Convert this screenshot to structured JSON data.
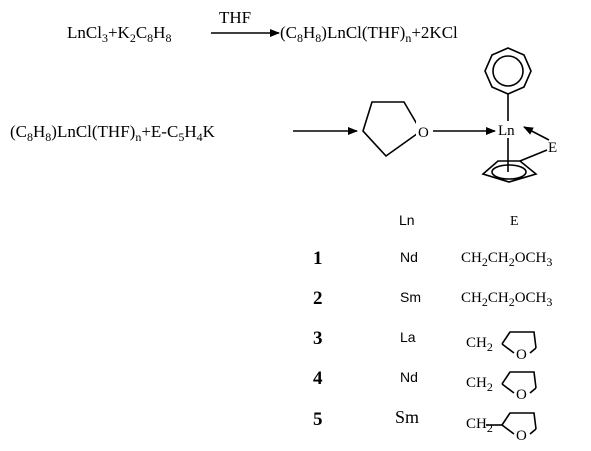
{
  "reaction1": {
    "r1_a": "LnCl",
    "r1_a_sub": "3",
    "r1_plus": "+K",
    "r1_b_sub": "2",
    "r1_c": "C",
    "r1_c_sub": "8",
    "r1_d": "H",
    "r1_d_sub": "8",
    "arrow_label": "THF",
    "p1_a": "(C",
    "p1_a_sub": "8",
    "p1_b": "H",
    "p1_b_sub": "8",
    "p1_c": ")LnCl(THF)",
    "p1_c_sub": "n",
    "p1_d": "+2KCl"
  },
  "reaction2": {
    "r2_a": "(C",
    "r2_a_sub": "8",
    "r2_b": "H",
    "r2_b_sub": "8",
    "r2_c": ")LnCl(THF)",
    "r2_c_sub": "n",
    "r2_d": "+E-C",
    "r2_d_sub": "5",
    "r2_e": "H",
    "r2_e_sub": "4",
    "r2_f": "K",
    "o_atom": "O",
    "ln_atom": "Ln",
    "e_atom": "E"
  },
  "table": {
    "col_ln": "Ln",
    "col_e": "E",
    "rows": [
      {
        "num": "1",
        "ln": "Nd",
        "e_type": "chain"
      },
      {
        "num": "2",
        "ln": "Sm",
        "e_type": "chain"
      },
      {
        "num": "3",
        "ln": "La",
        "e_type": "ring"
      },
      {
        "num": "4",
        "ln": "Nd",
        "e_type": "ring"
      },
      {
        "num": "5",
        "ln": "Sm",
        "e_type": "ring"
      }
    ],
    "chain": {
      "a": "CH",
      "a_sub": "2",
      "b": "CH",
      "b_sub": "2",
      "c": "OCH",
      "c_sub": "3"
    },
    "ring": {
      "ch": "CH",
      "ch_sub": "2",
      "o": "O"
    }
  }
}
